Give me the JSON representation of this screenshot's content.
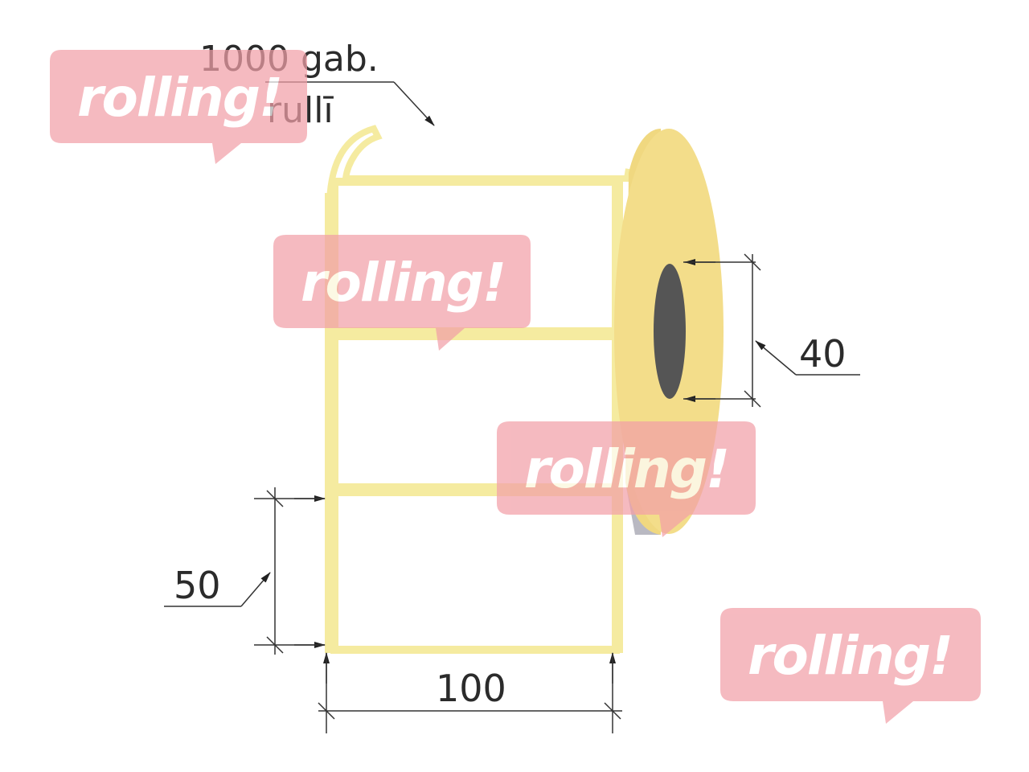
{
  "labels": {
    "quantity": "1000 gab.",
    "per_roll": "rullī",
    "core_diameter": "40",
    "label_height": "50",
    "label_width": "100"
  },
  "watermark": {
    "text": "rolling!",
    "color": "#f2a0a8"
  },
  "colors": {
    "label_outline": "#f5eba0",
    "roll_face": "#f3dd8a",
    "core_hole": "#555555",
    "dimension_lines": "#333333"
  }
}
